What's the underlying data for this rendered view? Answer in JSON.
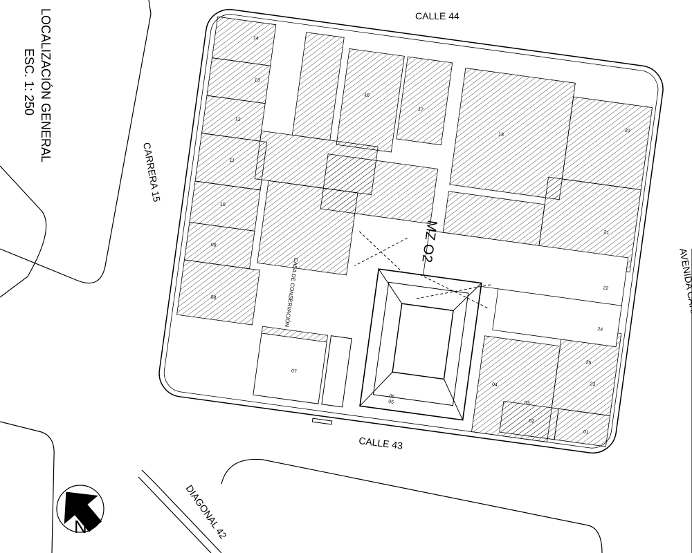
{
  "title": {
    "line1": "LOCALIZACIÓN GENERAL",
    "line2": "ESC. 1: 250"
  },
  "streets": {
    "north": "CALLE 44",
    "south": "CALLE 43",
    "west": "CARRERA 15",
    "east": "AVENIDA CARACAS",
    "diagonal": "DIAGONAL 42"
  },
  "block": {
    "label": "MZ  O2",
    "heritage_label": "CASA DE CONSERVACIÓN"
  },
  "north_arrow": {
    "letter": "N"
  },
  "lots": {
    "l14": "14",
    "l13": "13",
    "l12": "12",
    "l11": "11",
    "l10": "10",
    "l09": "09",
    "l08": "08",
    "l07": "07",
    "l16": "16",
    "l17": "17",
    "l18": "18",
    "l20": "20",
    "l21": "21",
    "l22": "22",
    "l23": "23",
    "l24": "24",
    "l25": "25",
    "l01": "01",
    "l02": "02",
    "l03": "03",
    "l04": "04",
    "l05": "05",
    "l06": "06"
  },
  "colors": {
    "line": "#000000",
    "background": "#ffffff"
  }
}
